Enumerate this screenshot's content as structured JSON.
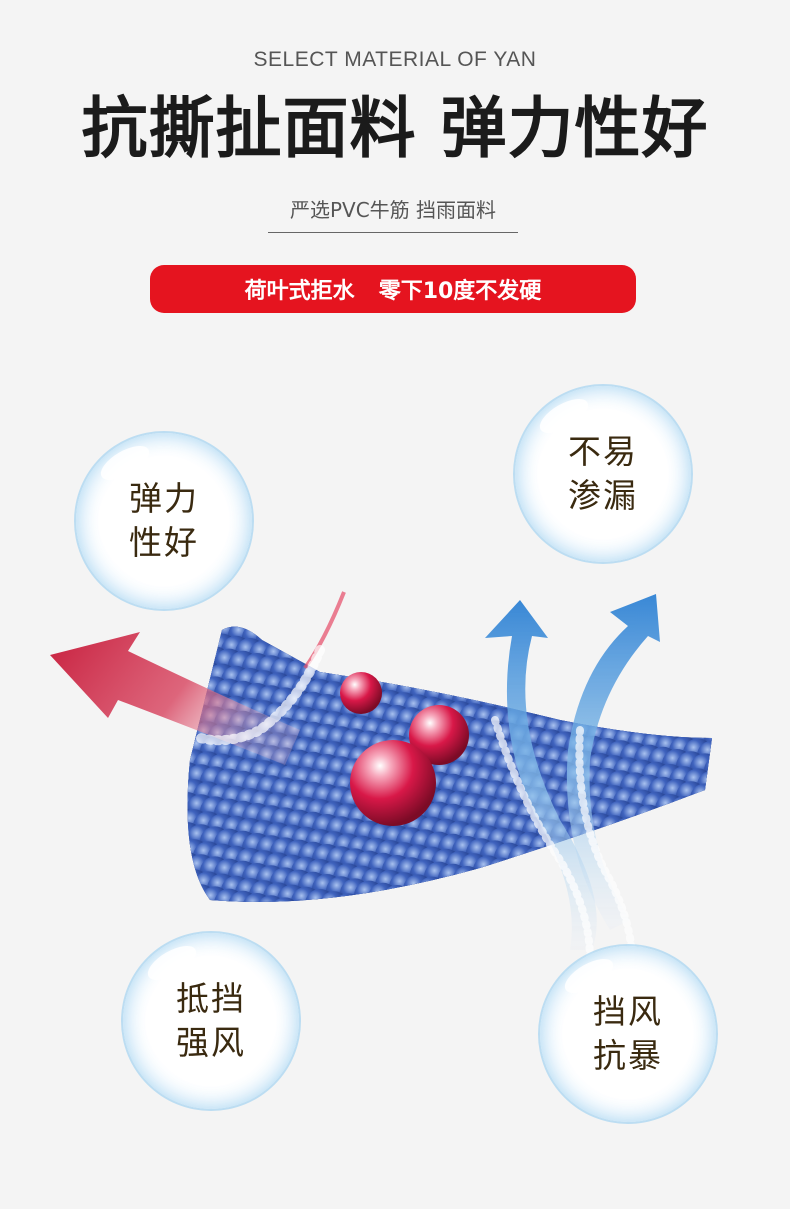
{
  "header": {
    "en_title": "SELECT MATERIAL OF YAN",
    "main_title": "抗撕扯面料 弹力性好",
    "subtitle": "严选PVC牛筋 挡雨面料"
  },
  "banner": {
    "left_text": "荷叶式拒水",
    "right_text": "零下10度不发硬"
  },
  "features": [
    {
      "line1": "弹力",
      "line2": "性好"
    },
    {
      "line1": "不易",
      "line2": "渗漏"
    },
    {
      "line1": "抵挡",
      "line2": "强风"
    },
    {
      "line1": "挡风",
      "line2": "抗暴"
    }
  ],
  "colors": {
    "accent_red": "#e5141f",
    "fabric_blue": "#2a4a9a",
    "droplet_red": "#d81848",
    "air_blue": "#3d8fd8"
  }
}
